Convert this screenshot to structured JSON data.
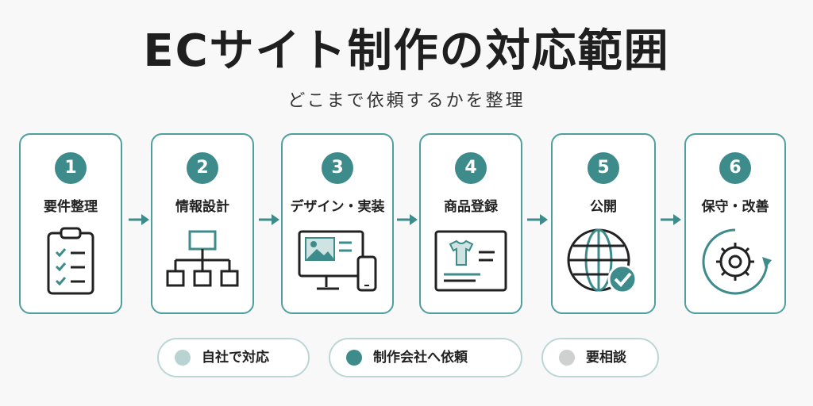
{
  "title": "ECサイト制作の対応範囲",
  "subtitle": "どこまで依頼するかを整理",
  "steps": [
    {
      "number": "1",
      "label": "要件整理",
      "icon": "clipboard-checklist-icon"
    },
    {
      "number": "2",
      "label": "情報設計",
      "icon": "sitemap-icon"
    },
    {
      "number": "3",
      "label": "デザイン・実装",
      "icon": "monitor-smartphone-icon"
    },
    {
      "number": "4",
      "label": "商品登録",
      "icon": "product-card-icon"
    },
    {
      "number": "5",
      "label": "公開",
      "icon": "globe-check-icon"
    },
    {
      "number": "6",
      "label": "保守・改善",
      "icon": "gear-cycle-icon"
    }
  ],
  "legend": [
    {
      "label": "自社で対応",
      "color": "#b7d4d3"
    },
    {
      "label": "制作会社へ依頼",
      "color": "#3d8b8b"
    },
    {
      "label": "要相談",
      "color": "#cfd0d0"
    }
  ],
  "colors": {
    "accent": "#3d8b8b",
    "border": "#4e9f9e",
    "ink": "#222222"
  }
}
